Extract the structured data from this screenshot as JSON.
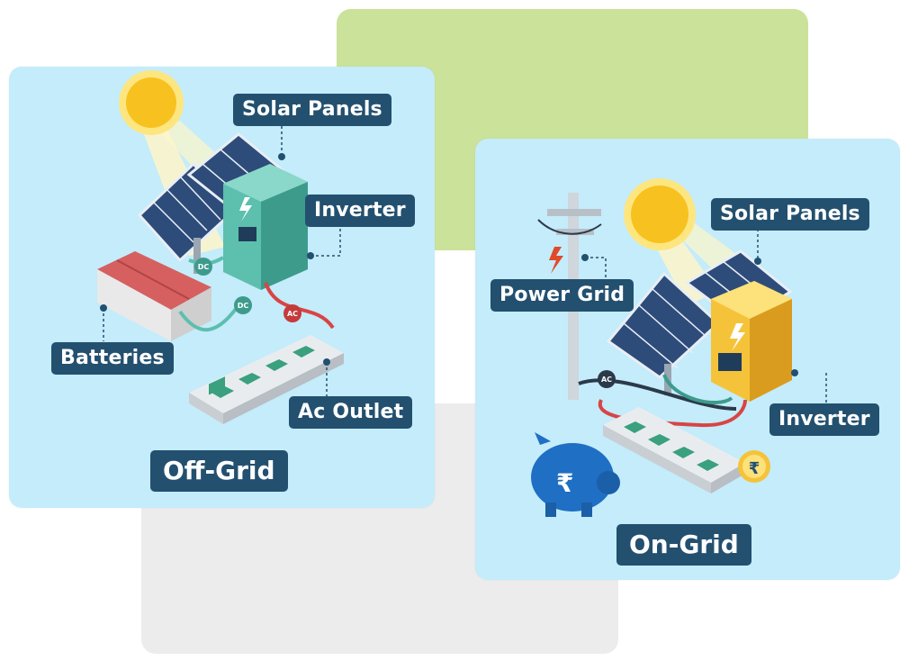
{
  "off_grid": {
    "title": "Off-Grid",
    "labels": {
      "solar_panels": "Solar Panels",
      "inverter": "Inverter",
      "batteries": "Batteries",
      "ac_outlet": "Ac Outlet"
    },
    "cable_tags": {
      "dc_1": "DC",
      "dc_2": "DC",
      "ac": "AC"
    }
  },
  "on_grid": {
    "title": "On-Grid",
    "labels": {
      "solar_panels": "Solar Panels",
      "power_grid": "Power Grid",
      "inverter": "Inverter"
    },
    "cable_tags": {
      "ac": "AC"
    },
    "currency_symbol": "₹"
  },
  "colors": {
    "panel_bg": "#c4ecfb",
    "label_bg": "#23506f",
    "accent_green": "#cbe29a",
    "accent_grey": "#ececec",
    "sun": "#f7c21f"
  }
}
